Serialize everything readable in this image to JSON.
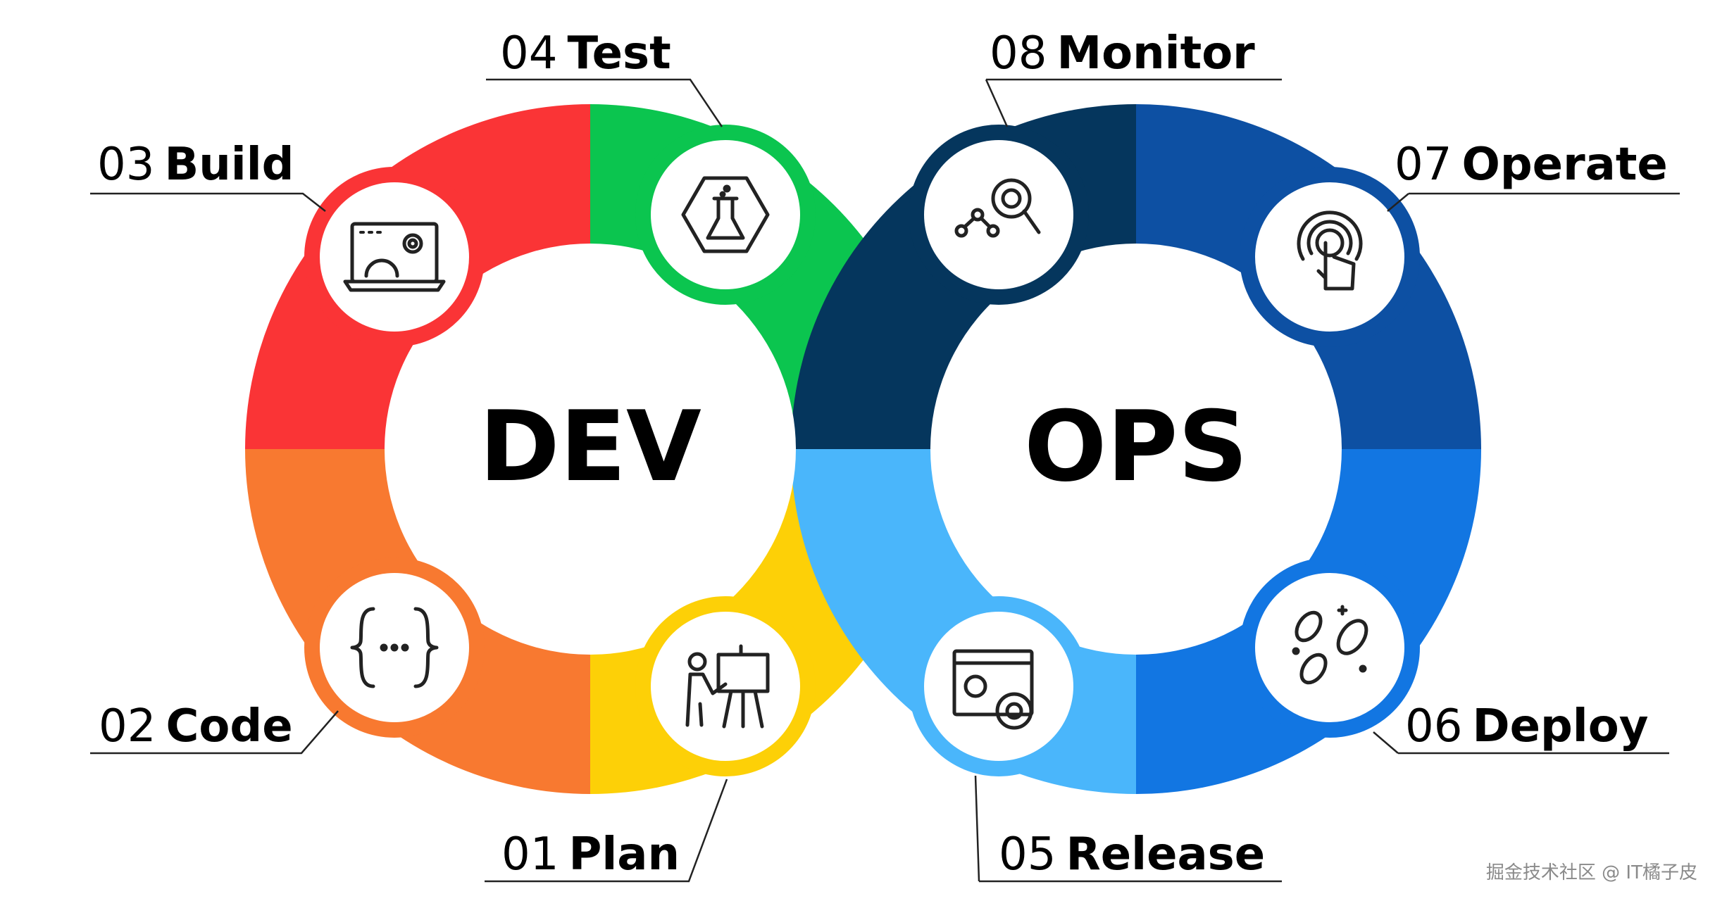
{
  "dev": {
    "title": "DEV"
  },
  "ops": {
    "title": "OPS"
  },
  "stages": [
    {
      "num": "01",
      "name": "Plan",
      "color": "#FDD007",
      "icon": "presentation-board-icon"
    },
    {
      "num": "02",
      "name": "Code",
      "color": "#F87930",
      "icon": "code-braces-icon"
    },
    {
      "num": "03",
      "name": "Build",
      "color": "#FA3436",
      "icon": "laptop-gear-icon"
    },
    {
      "num": "04",
      "name": "Test",
      "color": "#0BC54F",
      "icon": "flask-hexagon-icon"
    },
    {
      "num": "05",
      "name": "Release",
      "color": "#4AB6FB",
      "icon": "window-gears-icon"
    },
    {
      "num": "06",
      "name": "Deploy",
      "color": "#1276E2",
      "icon": "rockets-icon"
    },
    {
      "num": "07",
      "name": "Operate",
      "color": "#0D50A3",
      "icon": "touch-hand-icon"
    },
    {
      "num": "08",
      "name": "Monitor",
      "color": "#05365D",
      "icon": "monitor-search-icon"
    }
  ],
  "watermark": "掘金技术社区 @ IT橘子皮"
}
